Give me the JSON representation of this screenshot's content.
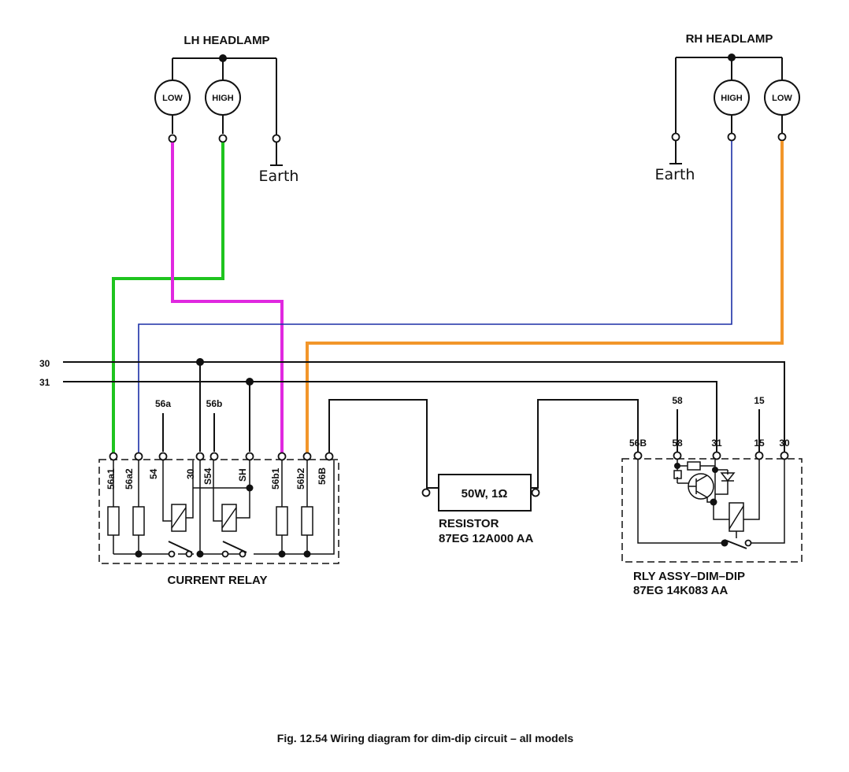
{
  "colors": {
    "ink": "#111111",
    "wire_green": "#1ec41e",
    "wire_magenta": "#e028e0",
    "wire_blue": "#1c2fa6",
    "wire_orange": "#f2962a"
  },
  "lh_headlamp": {
    "title": "LH HEADLAMP",
    "low": "LOW",
    "high": "HIGH",
    "earth": "Earth"
  },
  "rh_headlamp": {
    "title": "RH HEADLAMP",
    "high": "HIGH",
    "low": "LOW",
    "earth": "Earth"
  },
  "buses": {
    "b30": "30",
    "b31": "31"
  },
  "current_relay": {
    "title": "CURRENT RELAY",
    "top_labels": [
      "56a",
      "56b"
    ],
    "terminals": [
      "56a1",
      "56a2",
      "54",
      "30",
      "S54",
      "SH",
      "56b1",
      "56b2",
      "56B"
    ]
  },
  "resistor": {
    "value": "50W, 1Ω",
    "name": "RESISTOR",
    "part": "87EG 12A000 AA"
  },
  "dimdip_relay": {
    "name": "RLY ASSY–DIM–DIP",
    "part": "87EG 14K083 AA",
    "top_labels": [
      "58",
      "15"
    ],
    "terminals": [
      "56B",
      "58",
      "31",
      "15",
      "30"
    ]
  },
  "caption": "Fig. 12.54 Wiring diagram for dim-dip circuit – all models"
}
